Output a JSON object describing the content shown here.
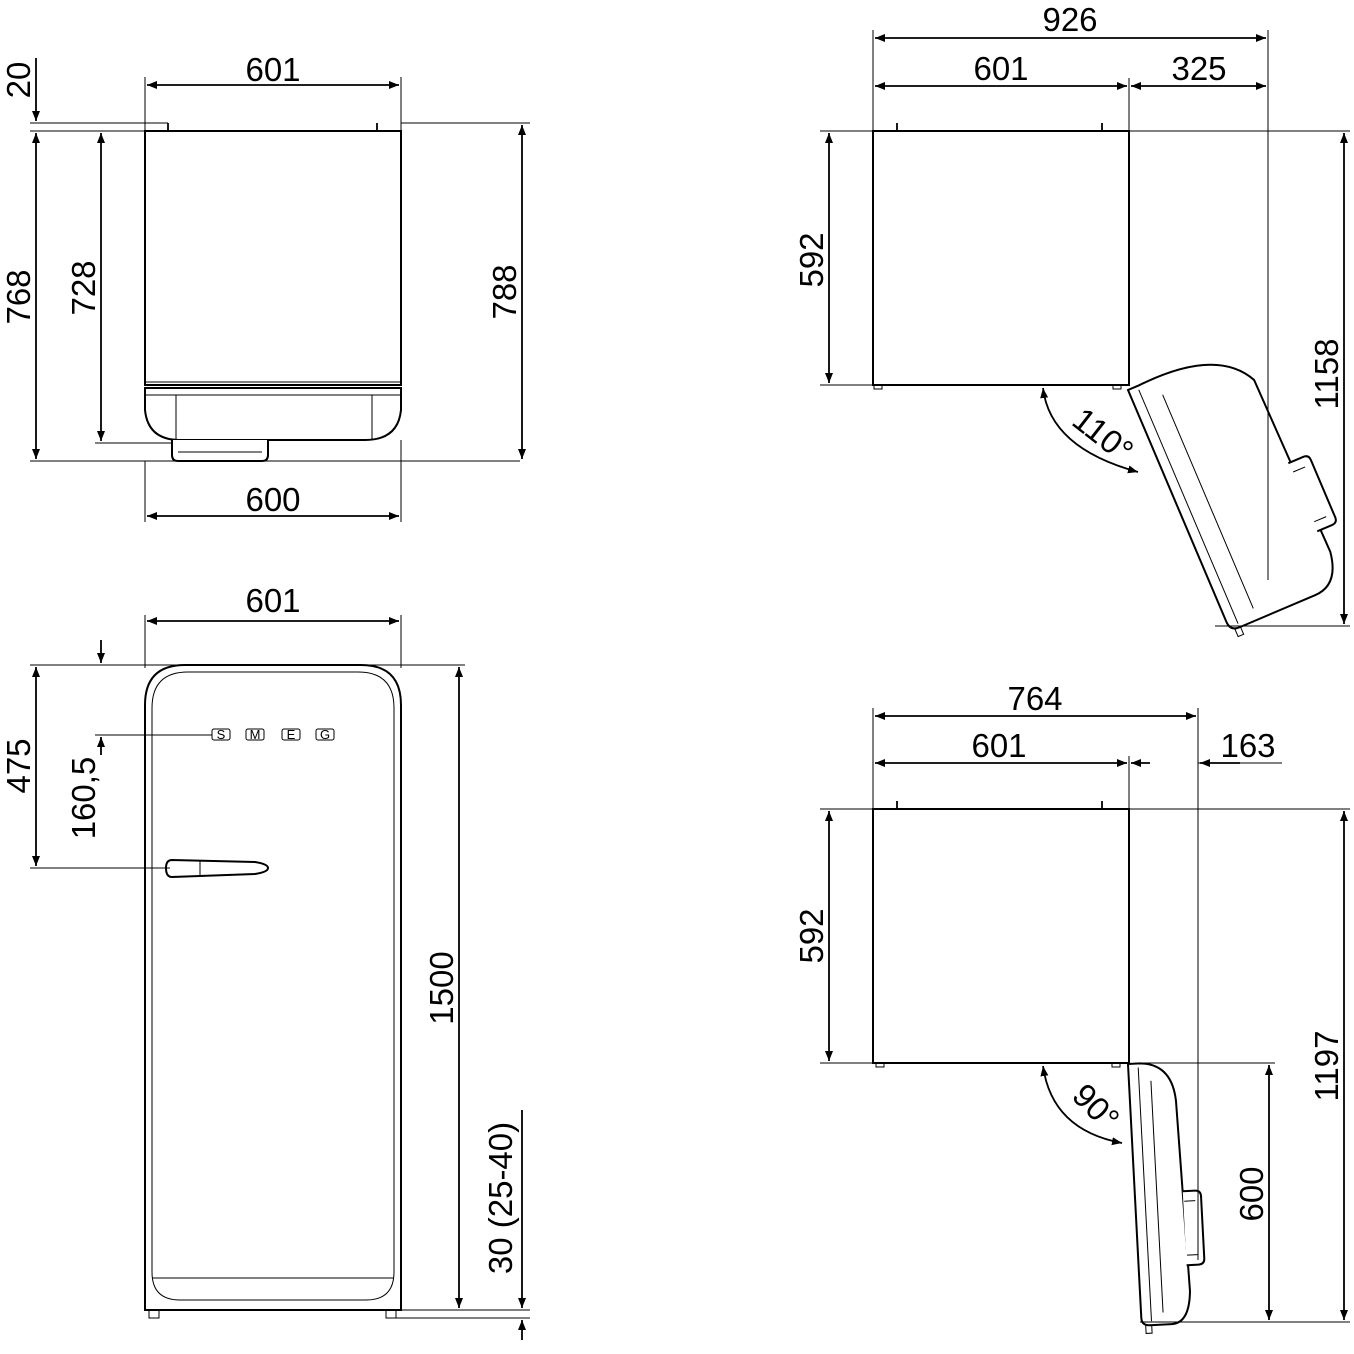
{
  "logo": {
    "letters": [
      "S",
      "M",
      "E",
      "G"
    ]
  },
  "top_view": {
    "width_top": "601",
    "width_bottom": "600",
    "foot_offset": "20",
    "depth_total": "768",
    "depth_body": "728",
    "depth_with_handle": "788"
  },
  "front_view": {
    "width": "601",
    "height": "1500",
    "logo_offset": "160,5",
    "handle_offset": "475",
    "feet_height": "30 (25-40)"
  },
  "plan_110": {
    "total_width": "926",
    "body_width": "601",
    "door_overhang": "325",
    "body_depth": "592",
    "total_depth": "1158",
    "angle": "110°"
  },
  "plan_90": {
    "total_width": "764",
    "body_width": "601",
    "door_overhang": "163",
    "body_depth": "592",
    "total_depth": "1197",
    "door_depth": "600",
    "angle": "90°"
  }
}
